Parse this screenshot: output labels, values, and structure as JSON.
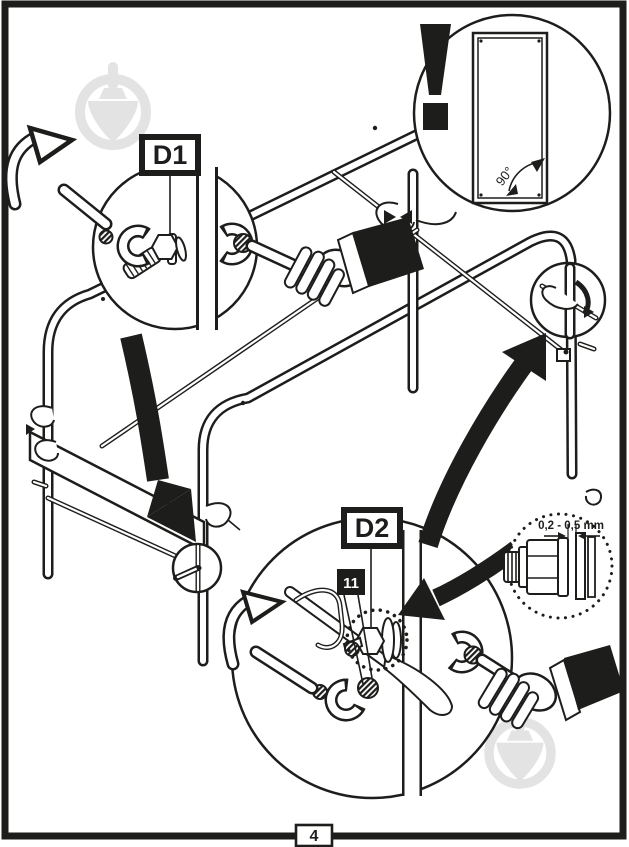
{
  "figure": {
    "colors": {
      "ink": "#1d1d1b",
      "watermark": "#e3e3e3",
      "paper": "#ffffff"
    },
    "details": [
      {
        "label": "D1"
      },
      {
        "label": "D2"
      }
    ],
    "callouts": {
      "warning_symbol": "!",
      "angle_label": "90°",
      "gap_label": "0,2 - 0,5 mm",
      "part_badge": "11"
    },
    "icons": {
      "watermark_logo": "trowel-in-circle",
      "rotation_arrow": "outlined-curved-arrow",
      "direction_arrow": "solid-curved-arrow",
      "warning": "exclamation-mark"
    },
    "footer": {
      "page_number": "4"
    }
  }
}
